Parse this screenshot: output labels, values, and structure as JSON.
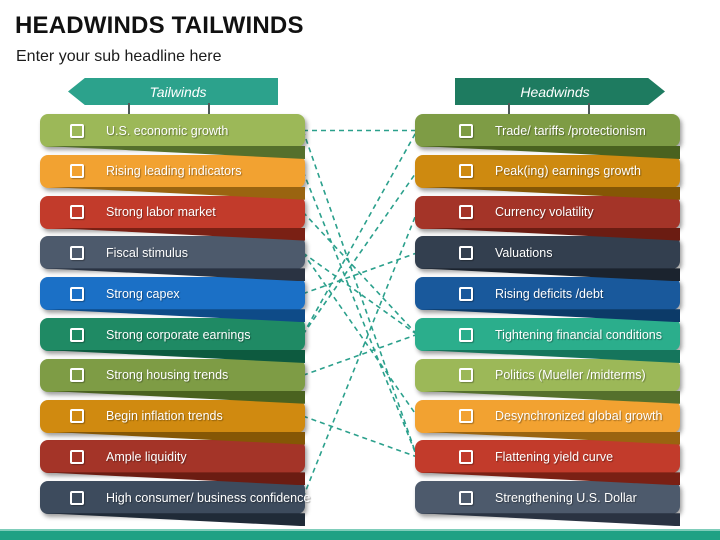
{
  "slide": {
    "title": "HEADWINDS TAILWINDS",
    "subtitle": "Enter your sub headline here",
    "bottom_bar": {
      "color": "#1FA184",
      "edge_color": "#7FCDBA"
    }
  },
  "left_column": {
    "header": {
      "label": "Tailwinds",
      "color": "#2CA28C",
      "arrow_direction": "left"
    },
    "items": [
      {
        "label": "U.S. economic growth",
        "color": "#9CB858",
        "fold_color": "#55702C"
      },
      {
        "label": "Rising leading indicators",
        "color": "#F2A231",
        "fold_color": "#9A6410"
      },
      {
        "label": "Strong labor market",
        "color": "#C23B2B",
        "fold_color": "#7A2014"
      },
      {
        "label": "Fiscal stimulus",
        "color": "#4D5A6C",
        "fold_color": "#2A3342"
      },
      {
        "label": "Strong capex",
        "color": "#1B70C6",
        "fold_color": "#0E4B88"
      },
      {
        "label": "Strong corporate earnings",
        "color": "#1F8A64",
        "fold_color": "#0D5A3F"
      },
      {
        "label": "Strong housing trends",
        "color": "#7E9C45",
        "fold_color": "#4A621F"
      },
      {
        "label": "Begin inflation trends",
        "color": "#D08A10",
        "fold_color": "#855705"
      },
      {
        "label": "Ample liquidity",
        "color": "#A43428",
        "fold_color": "#6B1C12"
      },
      {
        "label": "High consumer/ business confidence",
        "color": "#3D4B5D",
        "fold_color": "#202B38"
      }
    ]
  },
  "right_column": {
    "header": {
      "label": "Headwinds",
      "color": "#1E7B60",
      "arrow_direction": "right"
    },
    "items": [
      {
        "label": "Trade/ tariffs /protectionism",
        "color": "#7E9C45",
        "fold_color": "#4A621F"
      },
      {
        "label": "Peak(ing) earnings growth",
        "color": "#CE8A10",
        "fold_color": "#855705"
      },
      {
        "label": "Currency volatility",
        "color": "#A43428",
        "fold_color": "#6B1C12"
      },
      {
        "label": "Valuations",
        "color": "#333F4F",
        "fold_color": "#1B232E"
      },
      {
        "label": "Rising deficits /debt",
        "color": "#19599C",
        "fold_color": "#0C3A68"
      },
      {
        "label": "Tightening financial conditions",
        "color": "#2BAE8C",
        "fold_color": "#15755C"
      },
      {
        "label": "Politics (Mueller /midterms)",
        "color": "#9CB858",
        "fold_color": "#55702C"
      },
      {
        "label": "Desynchronized global growth",
        "color": "#F2A231",
        "fold_color": "#9A6410"
      },
      {
        "label": "Flattening yield curve",
        "color": "#C23B2B",
        "fold_color": "#7A2014"
      },
      {
        "label": "Strengthening U.S. Dollar",
        "color": "#4D5A6C",
        "fold_color": "#2A3342"
      }
    ]
  },
  "connections": {
    "color": "#2BA08C",
    "dash": "5 4",
    "pairs": [
      [
        0,
        0
      ],
      [
        0,
        8
      ],
      [
        1,
        8
      ],
      [
        2,
        5
      ],
      [
        3,
        7
      ],
      [
        3,
        5
      ],
      [
        4,
        3
      ],
      [
        5,
        0
      ],
      [
        5,
        1
      ],
      [
        6,
        5
      ],
      [
        7,
        8
      ],
      [
        9,
        2
      ]
    ]
  }
}
